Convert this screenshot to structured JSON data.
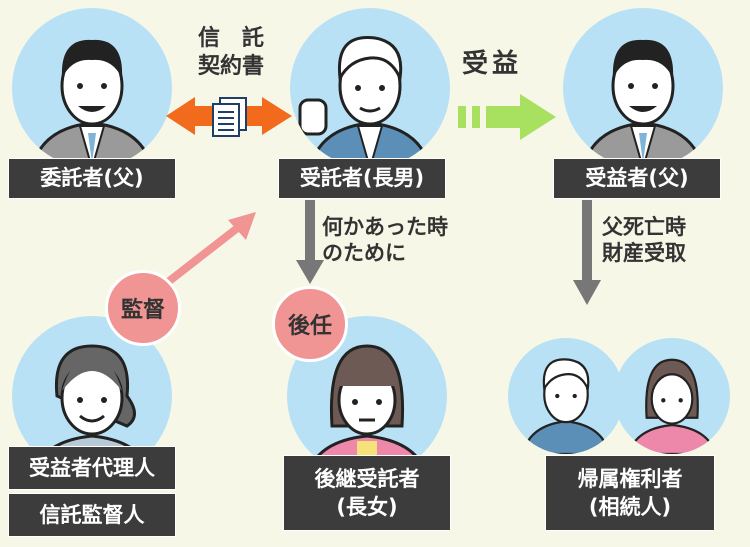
{
  "people": {
    "settlor": "委託者(父)",
    "trustee": "受託者(長男)",
    "beneficiary": "受益者(父)",
    "agent_line1": "受益者代理人",
    "agent_line2": "信託監督人",
    "successor_line1": "後継受託者",
    "successor_line2": "(長女)",
    "heirs_line1": "帰属権利者",
    "heirs_line2": "(相続人)"
  },
  "annotations": {
    "contract_line1": "信　託",
    "contract_line2": "契約書",
    "benefit": "受益",
    "emergency_line1": "何かあった時",
    "emergency_line2": "のために",
    "death_line1": "父死亡時",
    "death_line2": "財産受取",
    "supervise": "監督",
    "successor": "後任"
  },
  "colors": {
    "background": "#f7f7e8",
    "circle": "#b9e1f5",
    "label": "#3c3c3c",
    "orange": "#f26a1b",
    "pink": "#f09494",
    "green": "#a8e060",
    "gray": "#777777"
  }
}
